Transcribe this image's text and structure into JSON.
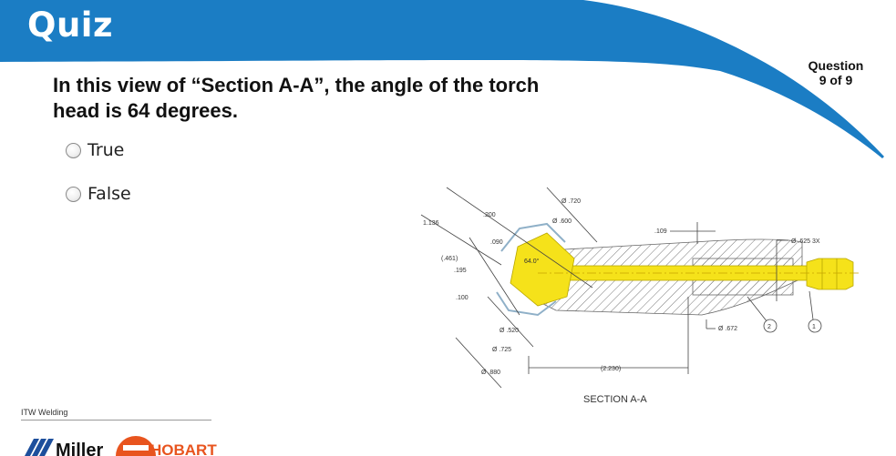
{
  "header": {
    "title": "Quiz"
  },
  "counter": {
    "label": "Question",
    "position": "9 of 9"
  },
  "question": {
    "text": "In this view of “Section A-A”, the angle of the torch head is 64 degrees."
  },
  "options": [
    {
      "label": "True"
    },
    {
      "label": "False"
    }
  ],
  "drawing": {
    "caption": "SECTION A-A",
    "dims": {
      "d720": "Ø .720",
      "d600": "Ø .600",
      "v200": ".200",
      "v090": ".090",
      "v1136": "1.136",
      "v461": "(.461)",
      "v195": ".195",
      "v100": ".100",
      "angle": "64.0°",
      "v109": ".109",
      "d625": "Ø .625 3X",
      "d520": "Ø .520",
      "d725": "Ø .725",
      "d880": "Ø .880",
      "v2230": "(2.230)",
      "d672": "Ø .672",
      "balloon2": "2",
      "balloon1": "1"
    }
  },
  "footer": {
    "company": "ITW Welding",
    "logo_miller": "Miller",
    "logo_hobart": "HOBART"
  },
  "colors": {
    "header_blue": "#1b7dc4",
    "torch_yellow": "#f5e21a",
    "hobart_orange": "#e8541e",
    "miller_blue": "#1d4f9c"
  }
}
